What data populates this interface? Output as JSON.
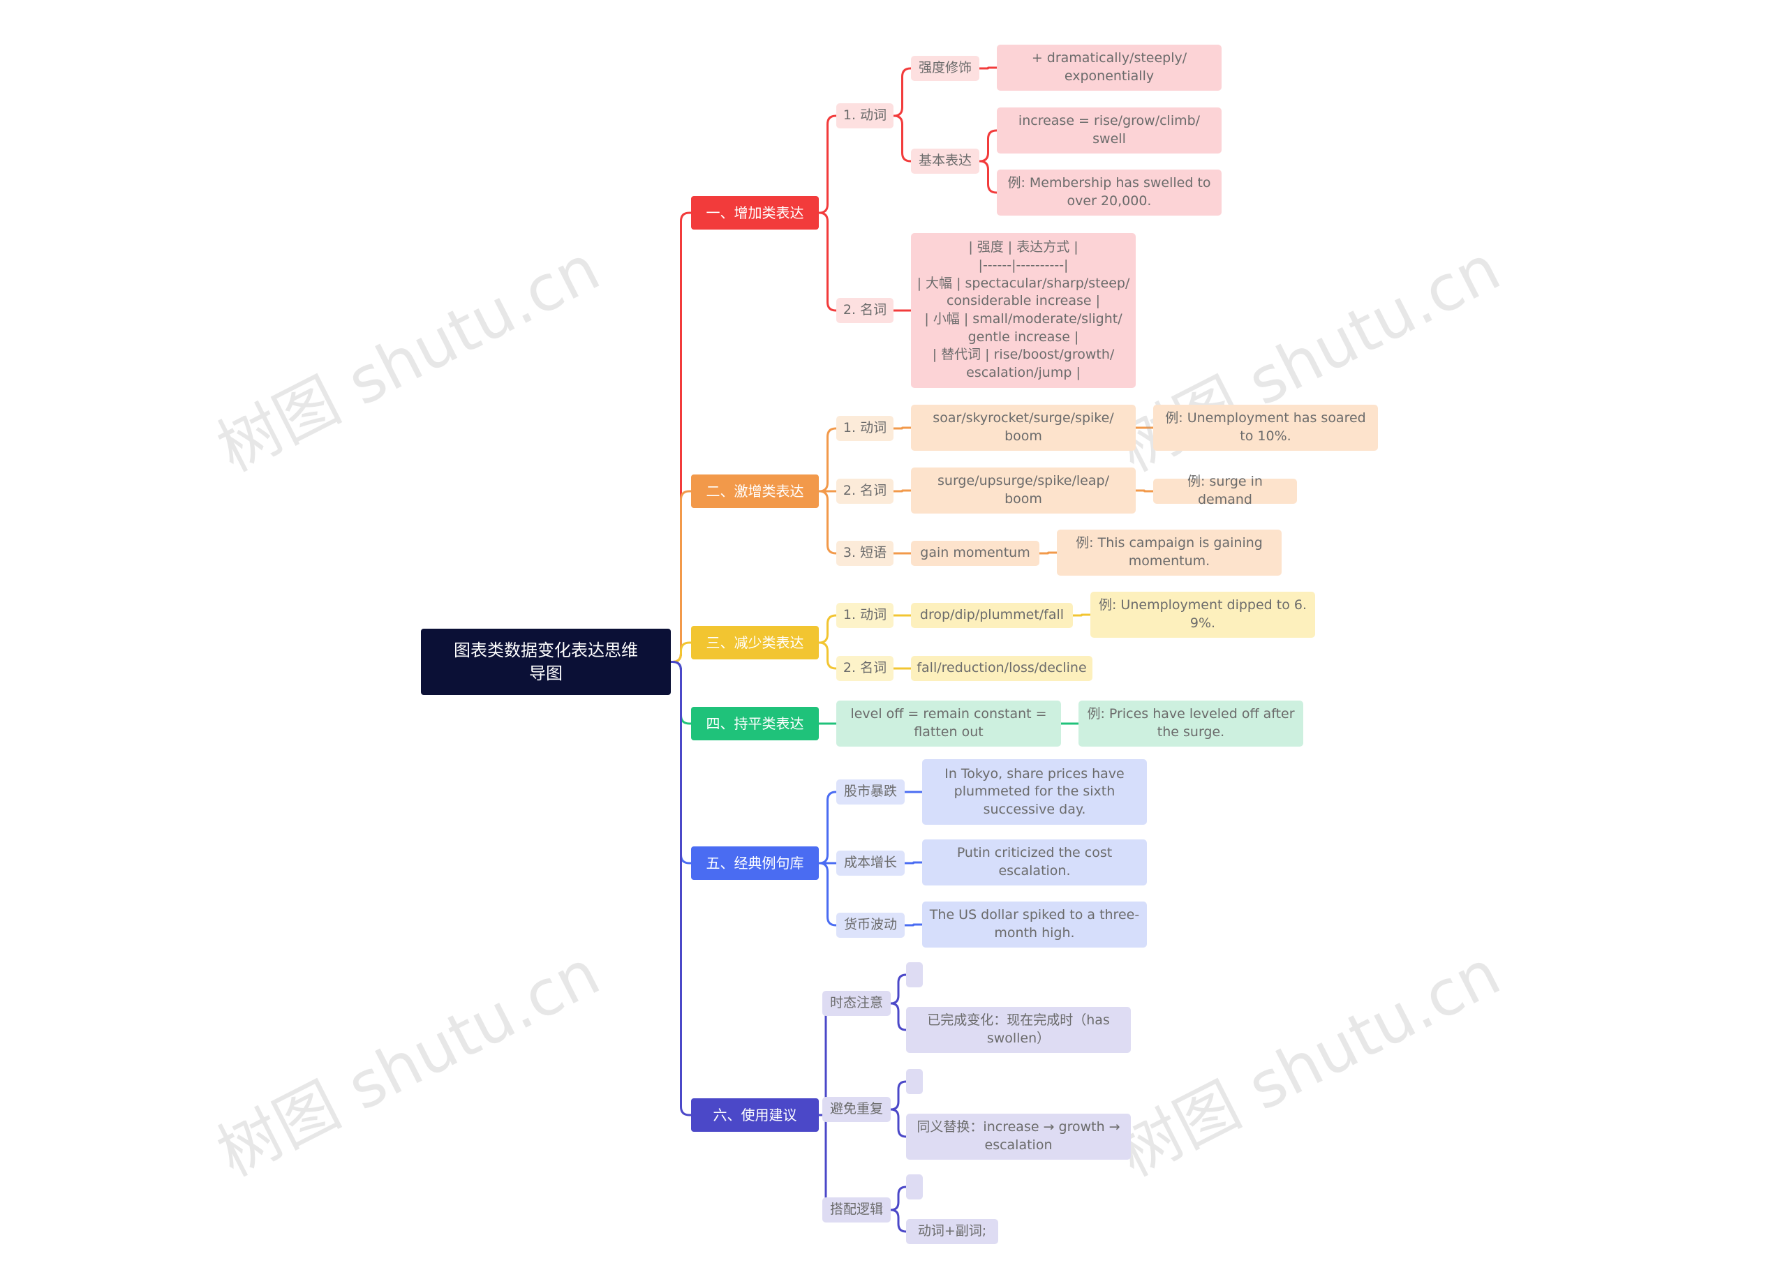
{
  "root": {
    "label": "图表类数据变化表达思维\n导图"
  },
  "branches": {
    "b1": {
      "label": "一、增加类表达",
      "color": "#f23b3b"
    },
    "b2": {
      "label": "二、激增类表达",
      "color": "#f2994a"
    },
    "b3": {
      "label": "三、减少类表达",
      "color": "#f2c531"
    },
    "b4": {
      "label": "四、持平类表达",
      "color": "#1fc27a"
    },
    "b5": {
      "label": "五、经典例句库",
      "color": "#4a6cf2"
    },
    "b6": {
      "label": "六、使用建议",
      "color": "#4b48c8"
    }
  },
  "nodes": {
    "b1_verb": "1. 动词",
    "b1_degree": "强度修饰",
    "b1_degree_val": "+ dramatically/steeply/\nexponentially",
    "b1_basic": "基本表达",
    "b1_basic_val": "increase = rise/grow/climb/\nswell",
    "b1_basic_ex": "例: Membership has swelled to\nover 20,000.",
    "b1_noun": "2. 名词",
    "b1_noun_table": "| 强度 | 表达方式 |\n|------|----------|\n| 大幅 | spectacular/sharp/steep/\nconsiderable increase |\n| 小幅 | small/moderate/slight/\ngentle increase |\n| 替代词 | rise/boost/growth/\nescalation/jump |",
    "b2_verb": "1. 动词",
    "b2_verb_val": "soar/skyrocket/surge/spike/\nboom",
    "b2_verb_ex": "例: Unemployment has soared\nto 10%.",
    "b2_noun": "2. 名词",
    "b2_noun_val": "surge/upsurge/spike/leap/\nboom",
    "b2_noun_ex": "例: surge in demand",
    "b2_phrase": "3. 短语",
    "b2_phrase_val": "gain momentum",
    "b2_phrase_ex": "例: This campaign is gaining\nmomentum.",
    "b3_verb": "1. 动词",
    "b3_verb_val": "drop/dip/plummet/fall",
    "b3_verb_ex": "例: Unemployment dipped to 6.\n9%.",
    "b3_noun": "2. 名词",
    "b3_noun_val": "fall/reduction/loss/decline",
    "b4_val": "level off = remain constant =\nflatten out",
    "b4_ex": "例: Prices have leveled off after\nthe surge.",
    "b5_a": "股市暴跌",
    "b5_a_val": "In Tokyo, share prices have\nplummeted for the sixth\nsuccessive day.",
    "b5_b": "成本增长",
    "b5_b_val": "Putin criticized the cost\nescalation.",
    "b5_c": "货币波动",
    "b5_c_val": "The US dollar spiked to a three-\nmonth high.",
    "b6_a": "时态注意",
    "b6_a_empty": "",
    "b6_a_val": "已完成变化：现在完成时（has\nswollen）",
    "b6_b": "避免重复",
    "b6_b_empty": "",
    "b6_b_val": "同义替换：increase → growth →\nescalation",
    "b6_c": "搭配逻辑",
    "b6_c_empty": "",
    "b6_c_val": "动词+副词;"
  },
  "watermark": "树图 shutu.cn"
}
